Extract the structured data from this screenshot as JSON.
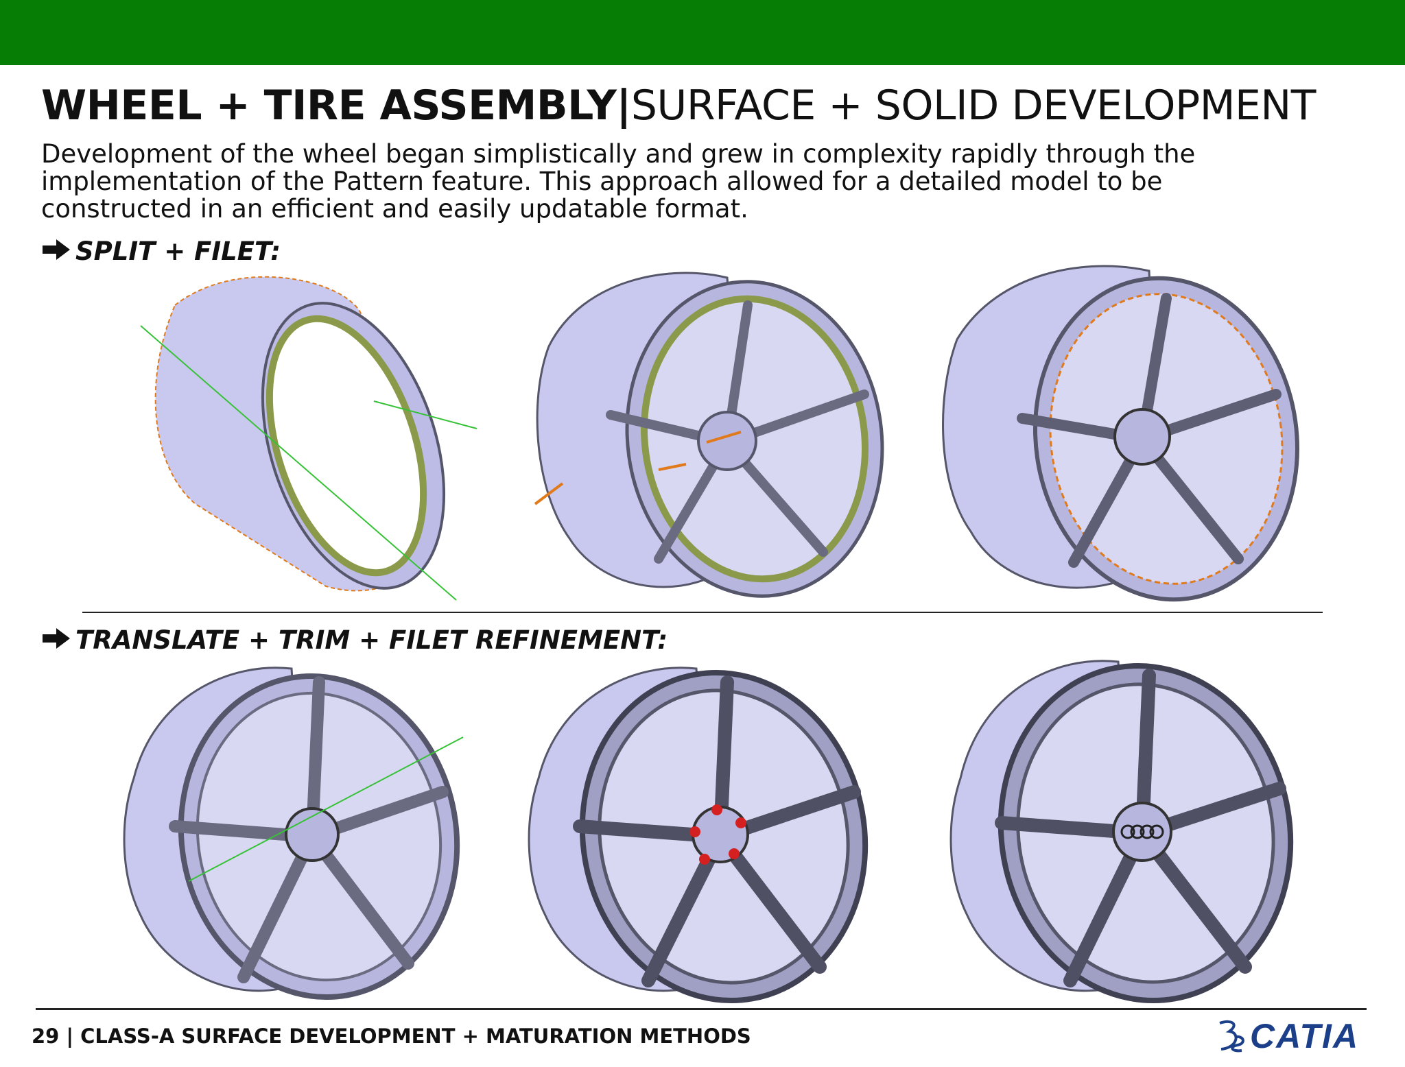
{
  "header": {
    "title_bold": "WHEEL + TIRE ASSEMBLY|",
    "title_light": "SURFACE + SOLID DEVELOPMENT"
  },
  "description": "Development of the wheel began simplistically and grew in complexity rapidly through the implementation of the Pattern feature. This approach allowed for a detailed model to be constructed in an efficient and easily updatable format.",
  "sections": [
    {
      "label": "SPLIT + FILET:"
    },
    {
      "label": "TRANSLATE + TRIM + FILET REFINEMENT:"
    }
  ],
  "colors": {
    "top_bar": "#067e06",
    "wheel_body": "#c9c8ee",
    "wheel_dark": "#55566a",
    "construction": "#e07a1a",
    "axis_line": "#36c236",
    "catia_blue": "#1c3f8a"
  },
  "footer": {
    "page_number": "29",
    "text": "29 | CLASS-A SURFACE DEVELOPMENT + MATURATION METHODS",
    "logo_text": "CATIA",
    "logo_mark": "3DS"
  }
}
